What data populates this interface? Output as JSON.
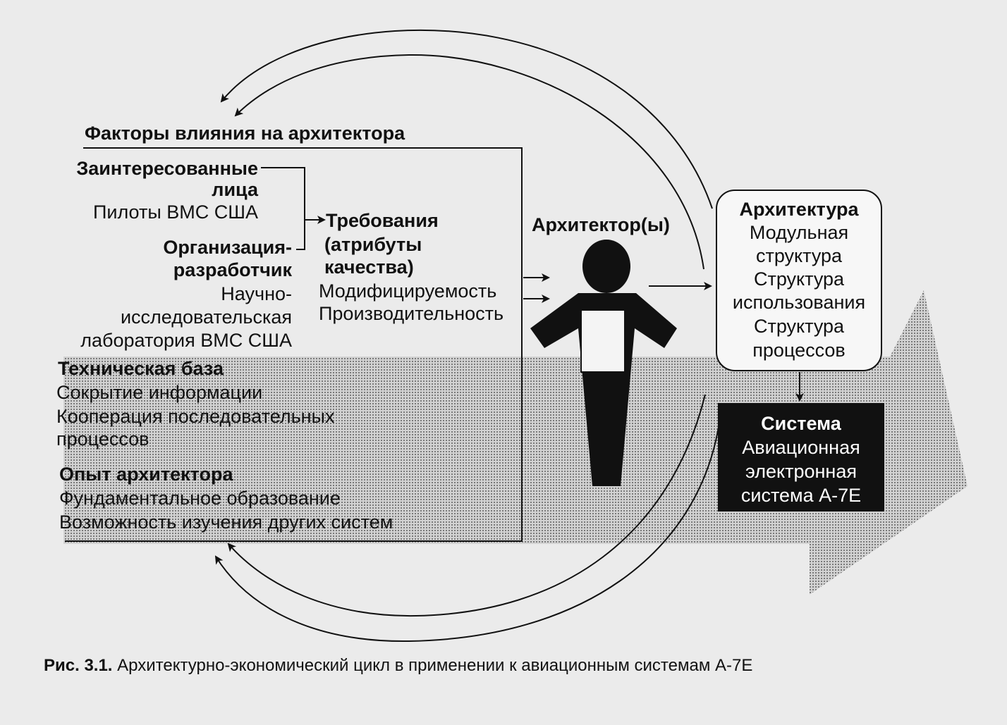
{
  "influences": {
    "title": "Факторы влияния на архитектора",
    "stakeholders_line1": "Заинтересованные",
    "stakeholders_line2": "лица",
    "stakeholders_value": "Пилоты ВМС США",
    "org_line1": "Организация-",
    "org_line2": "разработчик",
    "org_value_line1": "Научно-",
    "org_value_line2": "исследовательская",
    "org_value_line3": "лаборатория ВМС США",
    "tech_heading": "Техническая база",
    "tech_item1": "Сокрытие информации",
    "tech_item2_line1": "Кооперация последовательных",
    "tech_item2_line2": "процессов",
    "exp_heading": "Опыт архитектора",
    "exp_item1": "Фундаментальное образование",
    "exp_item2": "Возможность изучения других систем"
  },
  "requirements": {
    "title_line1": "Требования",
    "title_line2": "(атрибуты",
    "title_line3": "качества)",
    "item1": "Модифицируемость",
    "item2": "Производительность"
  },
  "architect": {
    "label": "Архитектор(ы)"
  },
  "architecture": {
    "title": "Архитектура",
    "line1": "Модульная",
    "line2": "структура",
    "line3": "Структура",
    "line4": "использования",
    "line5": "Структура",
    "line6": "процессов"
  },
  "system": {
    "title": "Система",
    "line1": "Авиационная",
    "line2": "электронная",
    "line3": "система А-7Е"
  },
  "caption": {
    "label": "Рис. 3.1.",
    "text": "Архитектурно-экономический цикл в применении к авиационным системам А-7Е"
  },
  "colors": {
    "background": "#ebebeb",
    "ink": "#111111",
    "band_fill": "#b4b4b4",
    "system_box": "#111111"
  }
}
